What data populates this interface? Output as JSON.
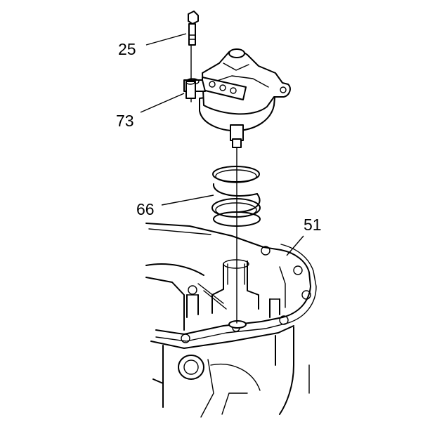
{
  "diagram": {
    "callouts": [
      {
        "id": "bolt",
        "label": "25"
      },
      {
        "id": "bushing",
        "label": "73"
      },
      {
        "id": "spring",
        "label": "66"
      },
      {
        "id": "housing",
        "label": "51"
      }
    ]
  }
}
